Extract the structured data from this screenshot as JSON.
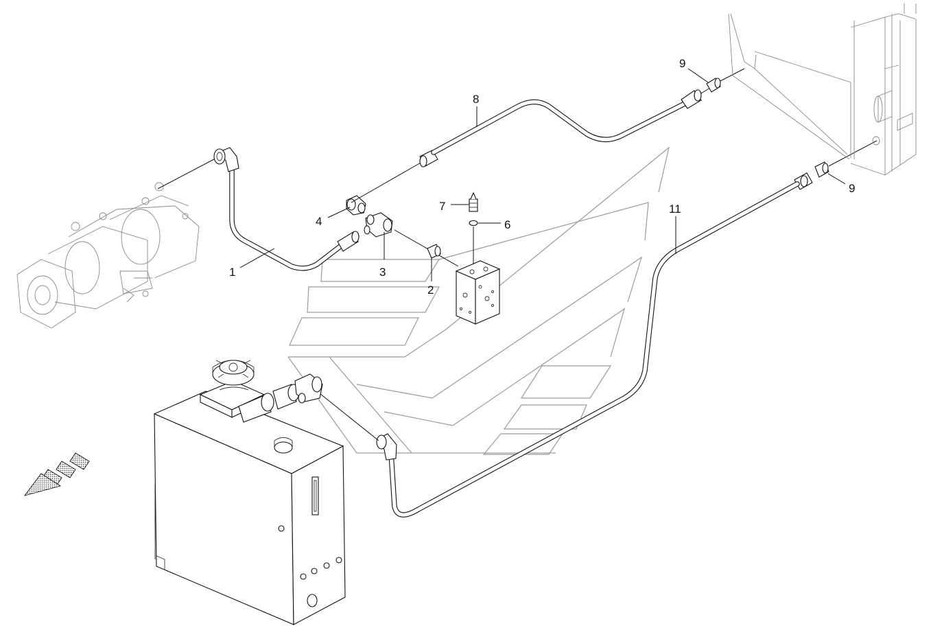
{
  "diagram": {
    "callouts": {
      "c1": "1",
      "c2": "2",
      "c3": "3",
      "c4": "4",
      "c6": "6",
      "c7": "7",
      "c8": "8",
      "c9a": "9",
      "c9b": "9",
      "c11": "11"
    },
    "colors": {
      "line": "#111111",
      "watermark": "#9a9a9a",
      "hatch": "#777777"
    }
  }
}
